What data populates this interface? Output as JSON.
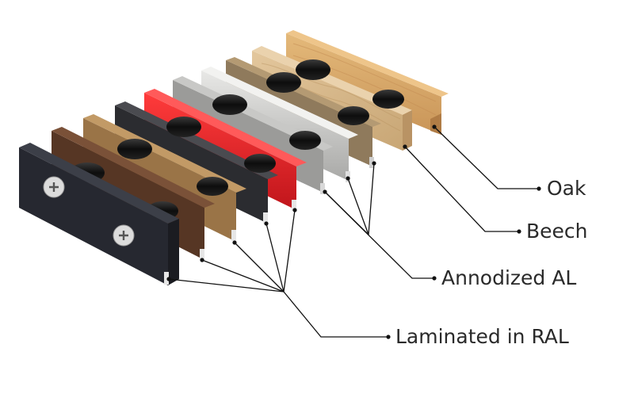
{
  "labels": {
    "oak": "Oak",
    "beech": "Beech",
    "anodized": "Annodized AL",
    "laminated": "Laminated in RAL"
  },
  "colors": {
    "oak": "#d9a96a",
    "beech": "#d6b98f",
    "anodized_champagne": "#9a8566",
    "anodized_silver": "#c9c9c7",
    "anodized_grey": "#9a9a98",
    "red": "#e8232a",
    "black": "#2f3034",
    "bronze": "#a37a48",
    "brown": "#5b3a26",
    "anthracite": "#2a2c33",
    "rod": "#121212",
    "leader": "#111111"
  },
  "icons": {
    "screw": "phillips-screw-icon"
  }
}
